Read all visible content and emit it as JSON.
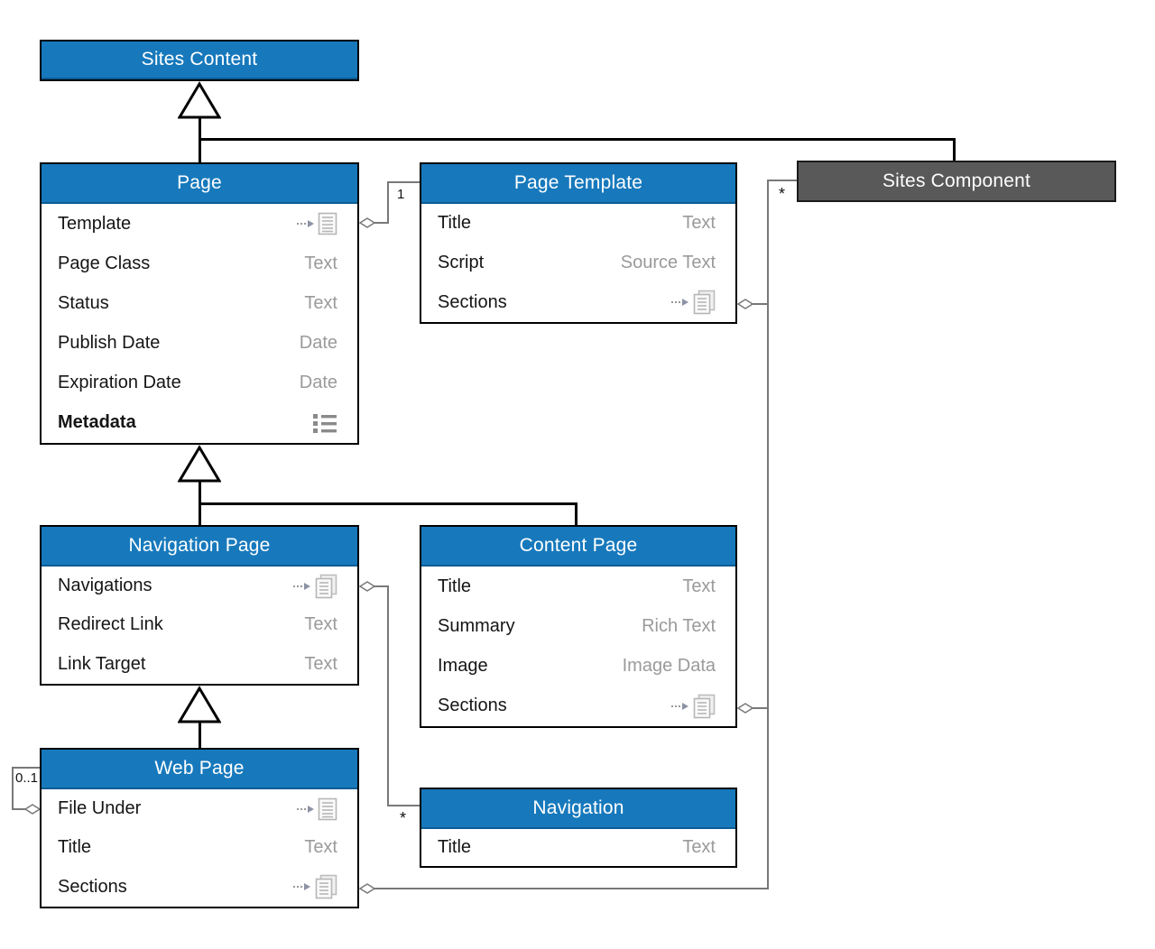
{
  "colors": {
    "header-blue": "#1779bc",
    "header-gray": "#595959",
    "line-gray": "#787878",
    "type-gray": "#9a9a9a"
  },
  "entities": {
    "sites_content": {
      "title": "Sites Content"
    },
    "page": {
      "title": "Page",
      "fields": [
        {
          "name": "Template",
          "icon": "reference-doc"
        },
        {
          "name": "Page Class",
          "type": "Text"
        },
        {
          "name": "Status",
          "type": "Text"
        },
        {
          "name": "Publish Date",
          "type": "Date"
        },
        {
          "name": "Expiration Date",
          "type": "Date"
        },
        {
          "name": "Metadata",
          "icon": "list"
        }
      ]
    },
    "page_template": {
      "title": "Page Template",
      "fields": [
        {
          "name": "Title",
          "type": "Text"
        },
        {
          "name": "Script",
          "type": "Source Text"
        },
        {
          "name": "Sections",
          "icon": "reference-docs"
        }
      ]
    },
    "sites_component": {
      "title": "Sites Component"
    },
    "navigation_page": {
      "title": "Navigation Page",
      "fields": [
        {
          "name": "Navigations",
          "icon": "reference-docs"
        },
        {
          "name": "Redirect Link",
          "type": "Text"
        },
        {
          "name": "Link Target",
          "type": "Text"
        }
      ]
    },
    "content_page": {
      "title": "Content Page",
      "fields": [
        {
          "name": "Title",
          "type": "Text"
        },
        {
          "name": "Summary",
          "type": "Rich Text"
        },
        {
          "name": "Image",
          "type": "Image Data"
        },
        {
          "name": "Sections",
          "icon": "reference-docs"
        }
      ]
    },
    "web_page": {
      "title": "Web Page",
      "fields": [
        {
          "name": "File Under",
          "icon": "reference-doc"
        },
        {
          "name": "Title",
          "type": "Text"
        },
        {
          "name": "Sections",
          "icon": "reference-docs"
        }
      ]
    },
    "navigation": {
      "title": "Navigation",
      "fields": [
        {
          "name": "Title",
          "type": "Text"
        }
      ]
    }
  },
  "multiplicities": {
    "page_to_template": "1",
    "sites_component_end": "*",
    "navigation_end": "*",
    "web_page_self": "0..1"
  }
}
